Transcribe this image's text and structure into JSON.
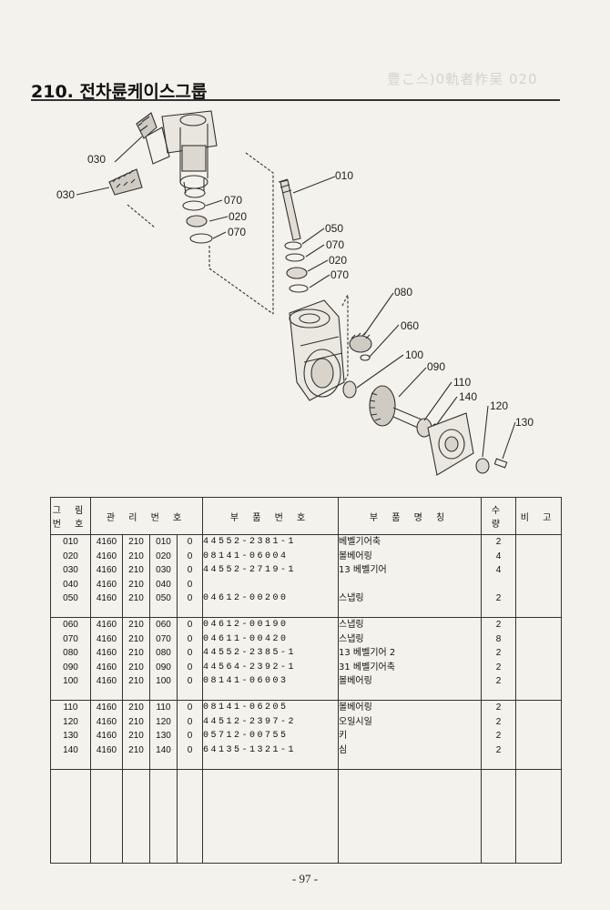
{
  "ghost_header": "豊こ스)0軌者柞吴  020",
  "title": "210. 전차륜케이스그룹",
  "callouts": [
    "030",
    "030",
    "010",
    "070",
    "020",
    "070",
    "050",
    "070",
    "020",
    "070",
    "080",
    "060",
    "100",
    "090",
    "110",
    "140",
    "120",
    "130"
  ],
  "table": {
    "headers": {
      "ref": "그 림 번 호",
      "mgmt": "관 리 번 호",
      "part_no": "부 품 번 호",
      "name": "부 품 명 칭",
      "qty": "수 량",
      "note": "비 고"
    },
    "groups": [
      [
        {
          "ref": "010",
          "m1": "4160",
          "m2": "210",
          "m3": "010",
          "m4": "0",
          "part_no": "44552-2381-1",
          "name": "베벨기어축",
          "qty": "2"
        },
        {
          "ref": "020",
          "m1": "4160",
          "m2": "210",
          "m3": "020",
          "m4": "0",
          "part_no": "08141-06004",
          "name": "볼베어링",
          "qty": "4"
        },
        {
          "ref": "030",
          "m1": "4160",
          "m2": "210",
          "m3": "030",
          "m4": "0",
          "part_no": "44552-2719-1",
          "name": "13 베벨기어",
          "qty": "4"
        },
        {
          "ref": "040",
          "m1": "4160",
          "m2": "210",
          "m3": "040",
          "m4": "0",
          "part_no": "",
          "name": "",
          "qty": ""
        },
        {
          "ref": "050",
          "m1": "4160",
          "m2": "210",
          "m3": "050",
          "m4": "0",
          "part_no": "04612-00200",
          "name": "스냅링",
          "qty": "2"
        }
      ],
      [
        {
          "ref": "060",
          "m1": "4160",
          "m2": "210",
          "m3": "060",
          "m4": "0",
          "part_no": "04612-00190",
          "name": "스냅링",
          "qty": "2"
        },
        {
          "ref": "070",
          "m1": "4160",
          "m2": "210",
          "m3": "070",
          "m4": "0",
          "part_no": "04611-00420",
          "name": "스냅링",
          "qty": "8"
        },
        {
          "ref": "080",
          "m1": "4160",
          "m2": "210",
          "m3": "080",
          "m4": "0",
          "part_no": "44552-2385-1",
          "name": "13 베벨기어 2",
          "qty": "2"
        },
        {
          "ref": "090",
          "m1": "4160",
          "m2": "210",
          "m3": "090",
          "m4": "0",
          "part_no": "44564-2392-1",
          "name": "31 베벨기어축",
          "qty": "2"
        },
        {
          "ref": "100",
          "m1": "4160",
          "m2": "210",
          "m3": "100",
          "m4": "0",
          "part_no": "08141-06003",
          "name": "볼베어링",
          "qty": "2"
        }
      ],
      [
        {
          "ref": "110",
          "m1": "4160",
          "m2": "210",
          "m3": "110",
          "m4": "0",
          "part_no": "08141-06205",
          "name": "볼베어링",
          "qty": "2"
        },
        {
          "ref": "120",
          "m1": "4160",
          "m2": "210",
          "m3": "120",
          "m4": "0",
          "part_no": "44512-2397-2",
          "name": "오일시일",
          "qty": "2"
        },
        {
          "ref": "130",
          "m1": "4160",
          "m2": "210",
          "m3": "130",
          "m4": "0",
          "part_no": "05712-00755",
          "name": "키",
          "qty": "2"
        },
        {
          "ref": "140",
          "m1": "4160",
          "m2": "210",
          "m3": "140",
          "m4": "0",
          "part_no": "64135-1321-1",
          "name": "심",
          "qty": "2"
        }
      ],
      []
    ]
  },
  "page_number": "- 97 -"
}
